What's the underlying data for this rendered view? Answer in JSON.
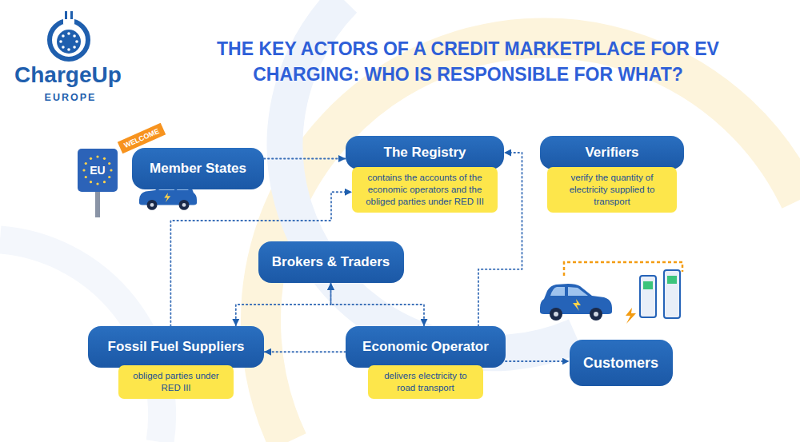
{
  "diagram": {
    "title": "THE KEY ACTORS OF A CREDIT MARKETPLACE FOR EV CHARGING: WHO IS RESPONSIBLE FOR WHAT?",
    "nodes": [
      {
        "text": [
          "Member States"
        ]
      },
      {
        "text": [
          "The Registry",
          "contains the accounts of the economic operators and the obliged parties under RED III"
        ]
      },
      {
        "text": [
          "Verifiers",
          "verify the quantity of electricity supplied to transport"
        ]
      },
      {
        "text": [
          "Brokers & Traders"
        ]
      },
      {
        "text": [
          "Fossil Fuel Suppliers",
          "obliged parties under RED III"
        ]
      },
      {
        "text": [
          "Economic Operator",
          "delivers electricity to road transport"
        ]
      },
      {
        "text": [
          "Customers"
        ]
      }
    ],
    "edges": [
      {
        "from": 0,
        "to": 1,
        "arrow": "to"
      },
      {
        "from": 4,
        "to": 1,
        "arrow": "to"
      },
      {
        "from": 5,
        "to": 1,
        "arrow": "to"
      },
      {
        "from": 4,
        "to": 3,
        "arrow": "both"
      },
      {
        "from": 5,
        "to": 3,
        "arrow": "both"
      },
      {
        "from": 5,
        "to": 4,
        "arrow": "to"
      },
      {
        "from": 5,
        "to": 6,
        "arrow": "to"
      }
    ],
    "labels": [
      "ChargeUp",
      "EUROPE",
      "WELCOME",
      "EU"
    ]
  }
}
